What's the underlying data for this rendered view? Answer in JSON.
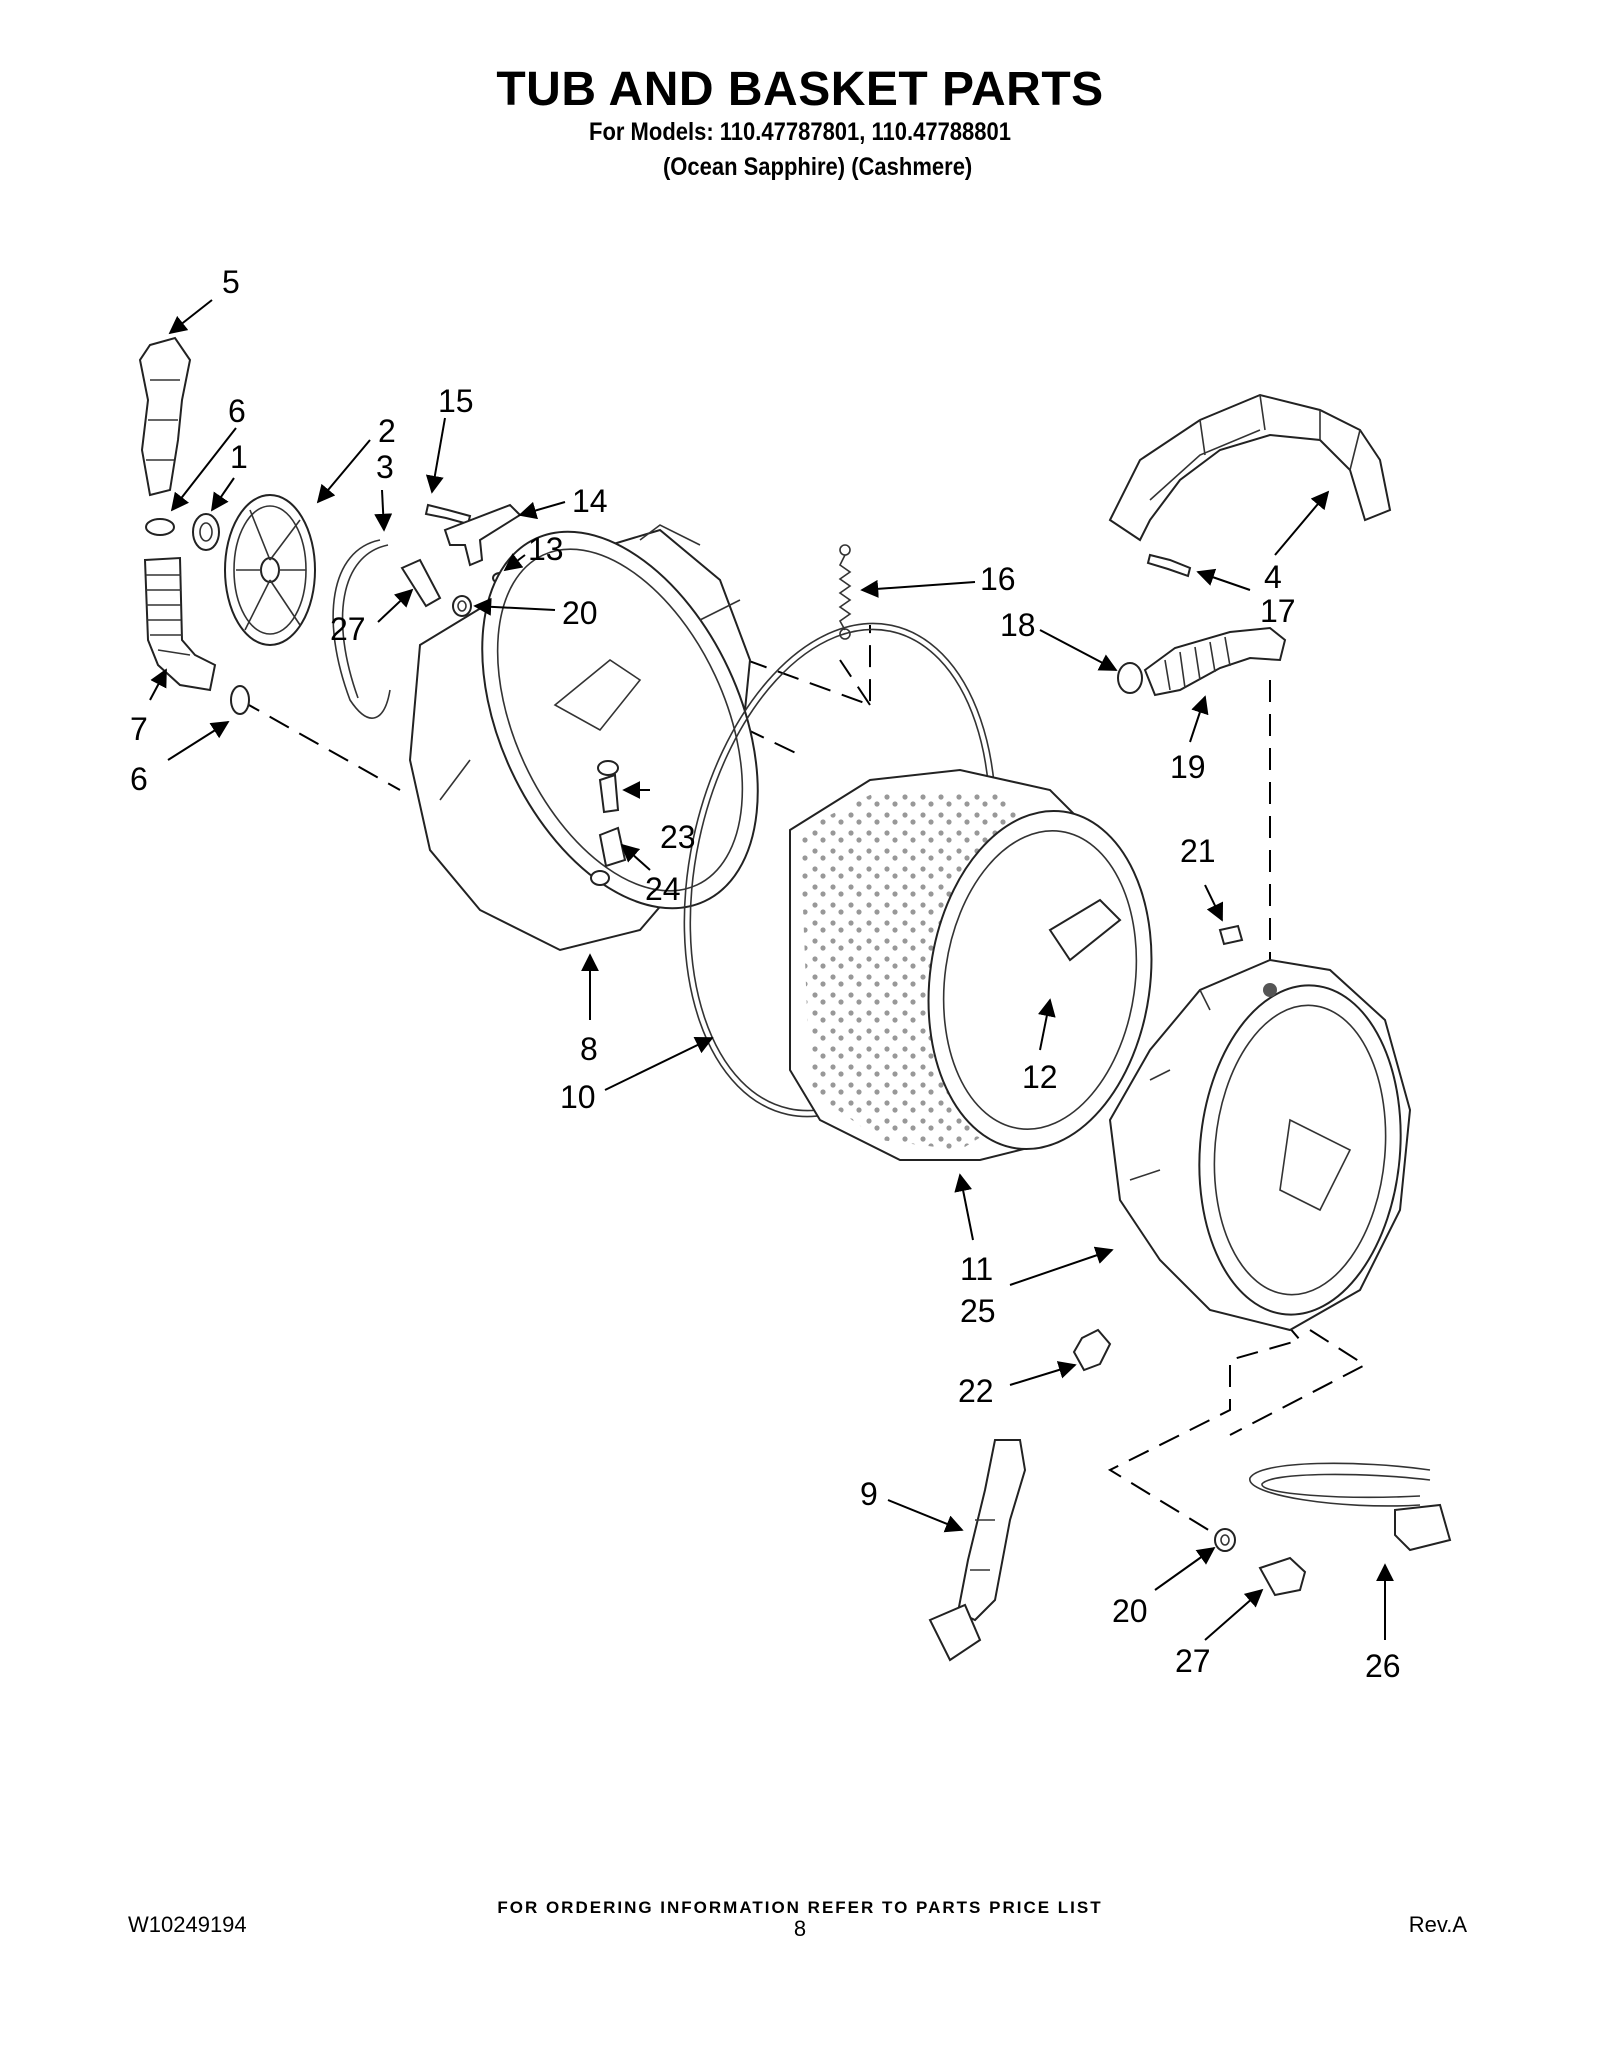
{
  "header": {
    "title": "TUB AND BASKET PARTS",
    "models_line": "For Models: 110.47787801, 110.47788801",
    "colors_line": "(Ocean Sapphire)  (Cashmere)"
  },
  "footer": {
    "ordering_note": "FOR ORDERING INFORMATION REFER TO PARTS PRICE LIST",
    "document_number": "W10249194",
    "page_number": "8",
    "revision": "Rev.A"
  },
  "callouts": {
    "c5": "5",
    "c6a": "6",
    "c1": "1",
    "c2": "2",
    "c3": "3",
    "c15": "15",
    "c14": "14",
    "c13": "13",
    "c20a": "20",
    "c27a": "27",
    "c7": "7",
    "c6b": "6",
    "c16": "16",
    "c4": "4",
    "c17": "17",
    "c18": "18",
    "c19": "19",
    "c23": "23",
    "c24": "24",
    "c21": "21",
    "c8": "8",
    "c10": "10",
    "c12": "12",
    "c11": "11",
    "c25": "25",
    "c22": "22",
    "c9": "9",
    "c20b": "20",
    "c27b": "27",
    "c26": "26"
  }
}
